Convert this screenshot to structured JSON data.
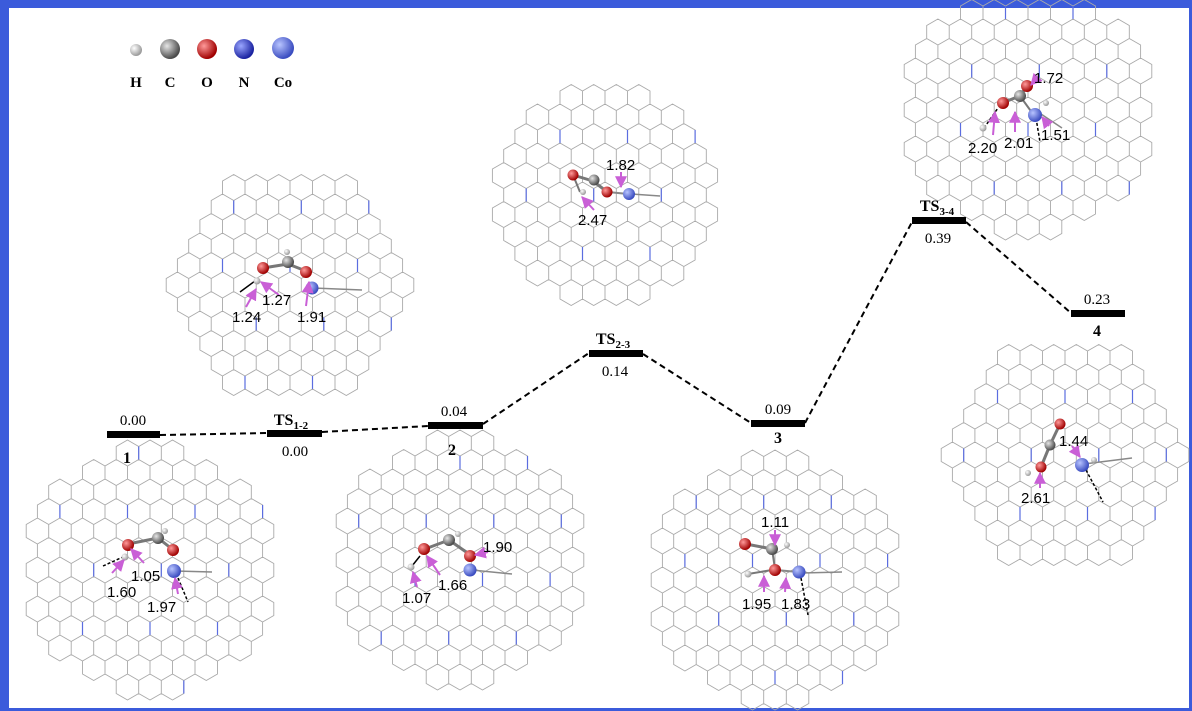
{
  "legend": [
    {
      "symbol": "H",
      "color": "#e8e8e8"
    },
    {
      "symbol": "C",
      "color": "#8a8a8a"
    },
    {
      "symbol": "O",
      "color": "#e01818"
    },
    {
      "symbol": "N",
      "color": "#2a3fd6"
    },
    {
      "symbol": "Co",
      "color": "#4f68e0"
    }
  ],
  "levels": [
    {
      "id": "1",
      "energy": "0.00",
      "label_main": "1",
      "label_sub": ""
    },
    {
      "id": "TS12",
      "energy": "0.00",
      "label_main": "TS",
      "label_sub": "1-2"
    },
    {
      "id": "2",
      "energy": "0.04",
      "label_main": "2",
      "label_sub": ""
    },
    {
      "id": "TS23",
      "energy": "0.14",
      "label_main": "TS",
      "label_sub": "2-3"
    },
    {
      "id": "3",
      "energy": "0.09",
      "label_main": "3",
      "label_sub": ""
    },
    {
      "id": "TS34",
      "energy": "0.39",
      "label_main": "TS",
      "label_sub": "3-4"
    },
    {
      "id": "4",
      "energy": "0.23",
      "label_main": "4",
      "label_sub": ""
    }
  ],
  "structures": [
    {
      "id": "s1",
      "distances": [
        "1.60",
        "1.05",
        "1.97"
      ]
    },
    {
      "id": "sTS12",
      "distances": [
        "1.27",
        "1.24",
        "1.91"
      ]
    },
    {
      "id": "s2",
      "distances": [
        "1.90",
        "1.07",
        "1.66"
      ]
    },
    {
      "id": "sTS23",
      "distances": [
        "1.82",
        "2.47"
      ]
    },
    {
      "id": "s3",
      "distances": [
        "1.11",
        "1.95",
        "1.83"
      ]
    },
    {
      "id": "sTS34",
      "distances": [
        "1.72",
        "2.20",
        "2.01",
        "1.51"
      ]
    },
    {
      "id": "s4",
      "distances": [
        "1.44",
        "2.61"
      ]
    }
  ],
  "colors": {
    "frame": "#3b5bdb",
    "arrow": "#c95fd6",
    "lattice": "#a9a9a9",
    "lattice_n": "#5b6de0"
  }
}
